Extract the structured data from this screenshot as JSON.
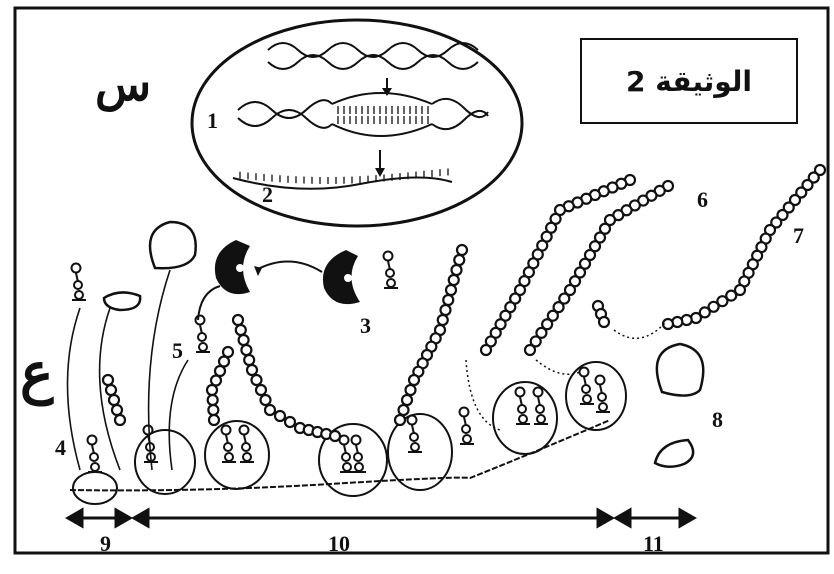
{
  "document": {
    "title": "الوثيقة 2",
    "letters": {
      "seen": "س",
      "ain": "ع"
    },
    "numbers": [
      "1",
      "2",
      "3",
      "4",
      "5",
      "6",
      "7",
      "8",
      "9",
      "10",
      "11"
    ]
  }
}
